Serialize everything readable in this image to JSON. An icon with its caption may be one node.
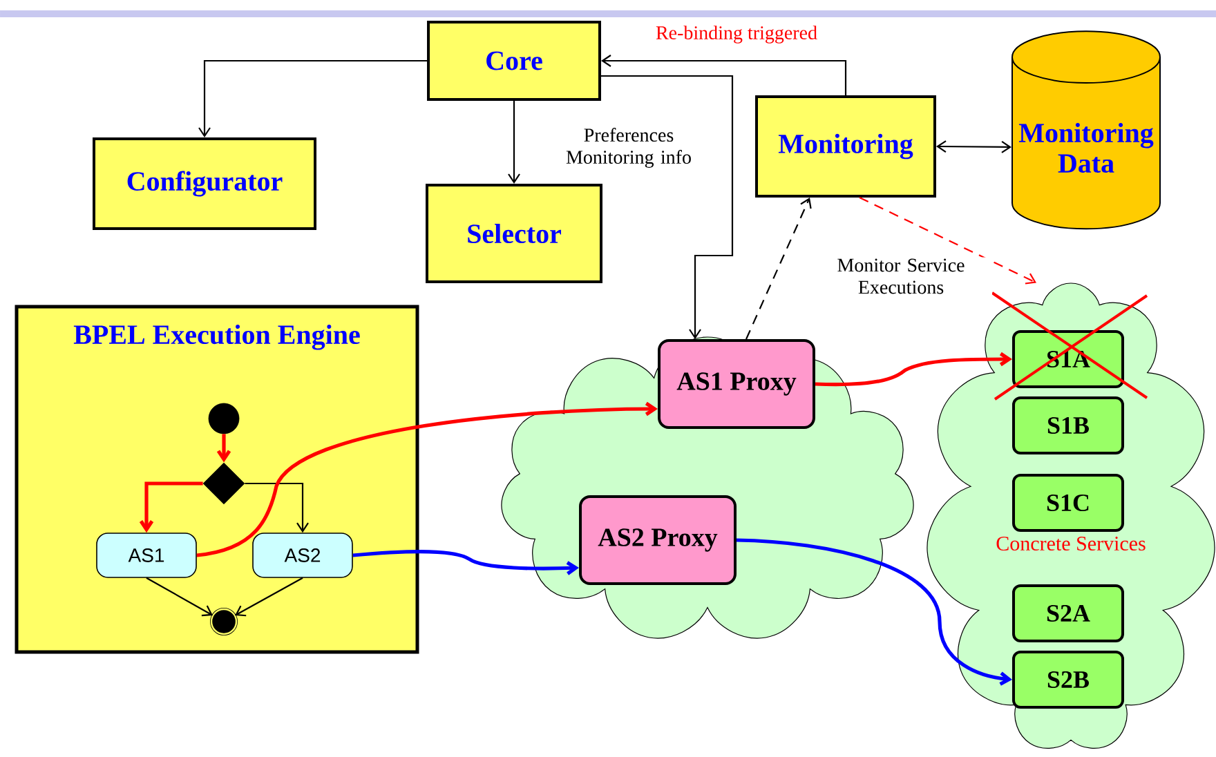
{
  "diagram": {
    "nodes": [
      {
        "text": [
          "Core"
        ]
      },
      {
        "text": [
          "Configurator"
        ]
      },
      {
        "text": [
          "Selector"
        ]
      },
      {
        "text": [
          "Monitoring"
        ]
      },
      {
        "text": [
          "Monitoring Data"
        ]
      },
      {
        "text": [
          "BPEL Execution Engine"
        ]
      },
      {
        "text": [],
        "shape": "circle",
        "in": 5
      },
      {
        "text": [],
        "shape": "diamond",
        "in": 5
      },
      {
        "text": [
          "AS1"
        ],
        "in": 5
      },
      {
        "text": [
          "AS2"
        ],
        "in": 5
      },
      {
        "text": [],
        "shape": "circle",
        "in": 5
      },
      {
        "text": [],
        "shape": "cloud"
      },
      {
        "text": [
          "AS1 Proxy"
        ],
        "in": 11
      },
      {
        "text": [
          "AS2 Proxy"
        ],
        "in": 11
      },
      {
        "text": [
          "Concrete Services"
        ]
      },
      {
        "text": [
          "S1A"
        ],
        "in": 14
      },
      {
        "text": [
          "S1B"
        ],
        "in": 14
      },
      {
        "text": [
          "S1C"
        ],
        "in": 14
      },
      {
        "text": [
          "S2A"
        ],
        "in": 14
      },
      {
        "text": [
          "S2B"
        ],
        "in": 14
      }
    ],
    "edges": [
      {
        "from": 0,
        "to": 1,
        "arrow": "to"
      },
      {
        "from": 0,
        "to": 2,
        "arrow": "to",
        "label": "Preferences Monitoring info"
      },
      {
        "from": 0,
        "to": 12,
        "arrow": "to"
      },
      {
        "from": 3,
        "to": 0,
        "arrow": "to",
        "label": "Re-binding triggered"
      },
      {
        "from": 3,
        "to": 4,
        "arrow": "both"
      },
      {
        "from": 12,
        "to": 3,
        "arrow": "to",
        "style": "dashed"
      },
      {
        "from": 3,
        "to": 14,
        "arrow": "to",
        "style": "dashed",
        "color": "#ff0000"
      },
      {
        "from": 6,
        "to": 7,
        "arrow": "to",
        "style": "thick",
        "color": "#ff0000"
      },
      {
        "from": 7,
        "to": 8,
        "arrow": "to",
        "style": "thick",
        "color": "#ff0000"
      },
      {
        "from": 7,
        "to": 9,
        "arrow": "to"
      },
      {
        "from": 8,
        "to": 10,
        "arrow": "to"
      },
      {
        "from": 9,
        "to": 10,
        "arrow": "to"
      },
      {
        "from": 8,
        "to": 12,
        "arrow": "to",
        "style": "thick",
        "color": "#ff0000"
      },
      {
        "from": 12,
        "to": 15,
        "arrow": "to",
        "style": "thick",
        "color": "#ff0000"
      },
      {
        "from": 9,
        "to": 13,
        "arrow": "to",
        "style": "thick",
        "color": "#0000ff"
      },
      {
        "from": 13,
        "to": 19,
        "arrow": "to",
        "style": "thick",
        "color": "#0000ff"
      }
    ],
    "labels": [
      "Monitor Service Executions"
    ]
  }
}
